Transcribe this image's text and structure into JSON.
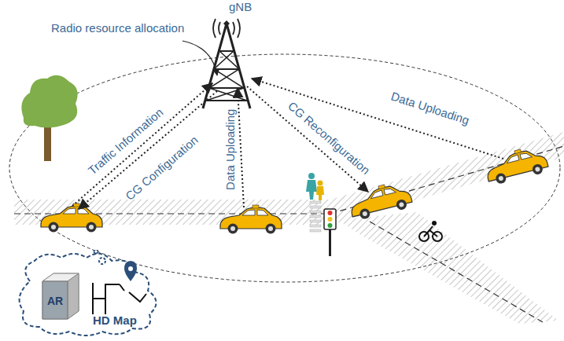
{
  "diagram": {
    "nodes": [
      {
        "text": [
          "gNB"
        ]
      },
      {
        "text": [
          "AR",
          "HD Map"
        ]
      }
    ],
    "labels": [
      "Radio resource allocation",
      "Traffic Information",
      "CG Configuration",
      "Data Uploading",
      "CG Reconfiguration",
      "Data Uploading"
    ]
  }
}
